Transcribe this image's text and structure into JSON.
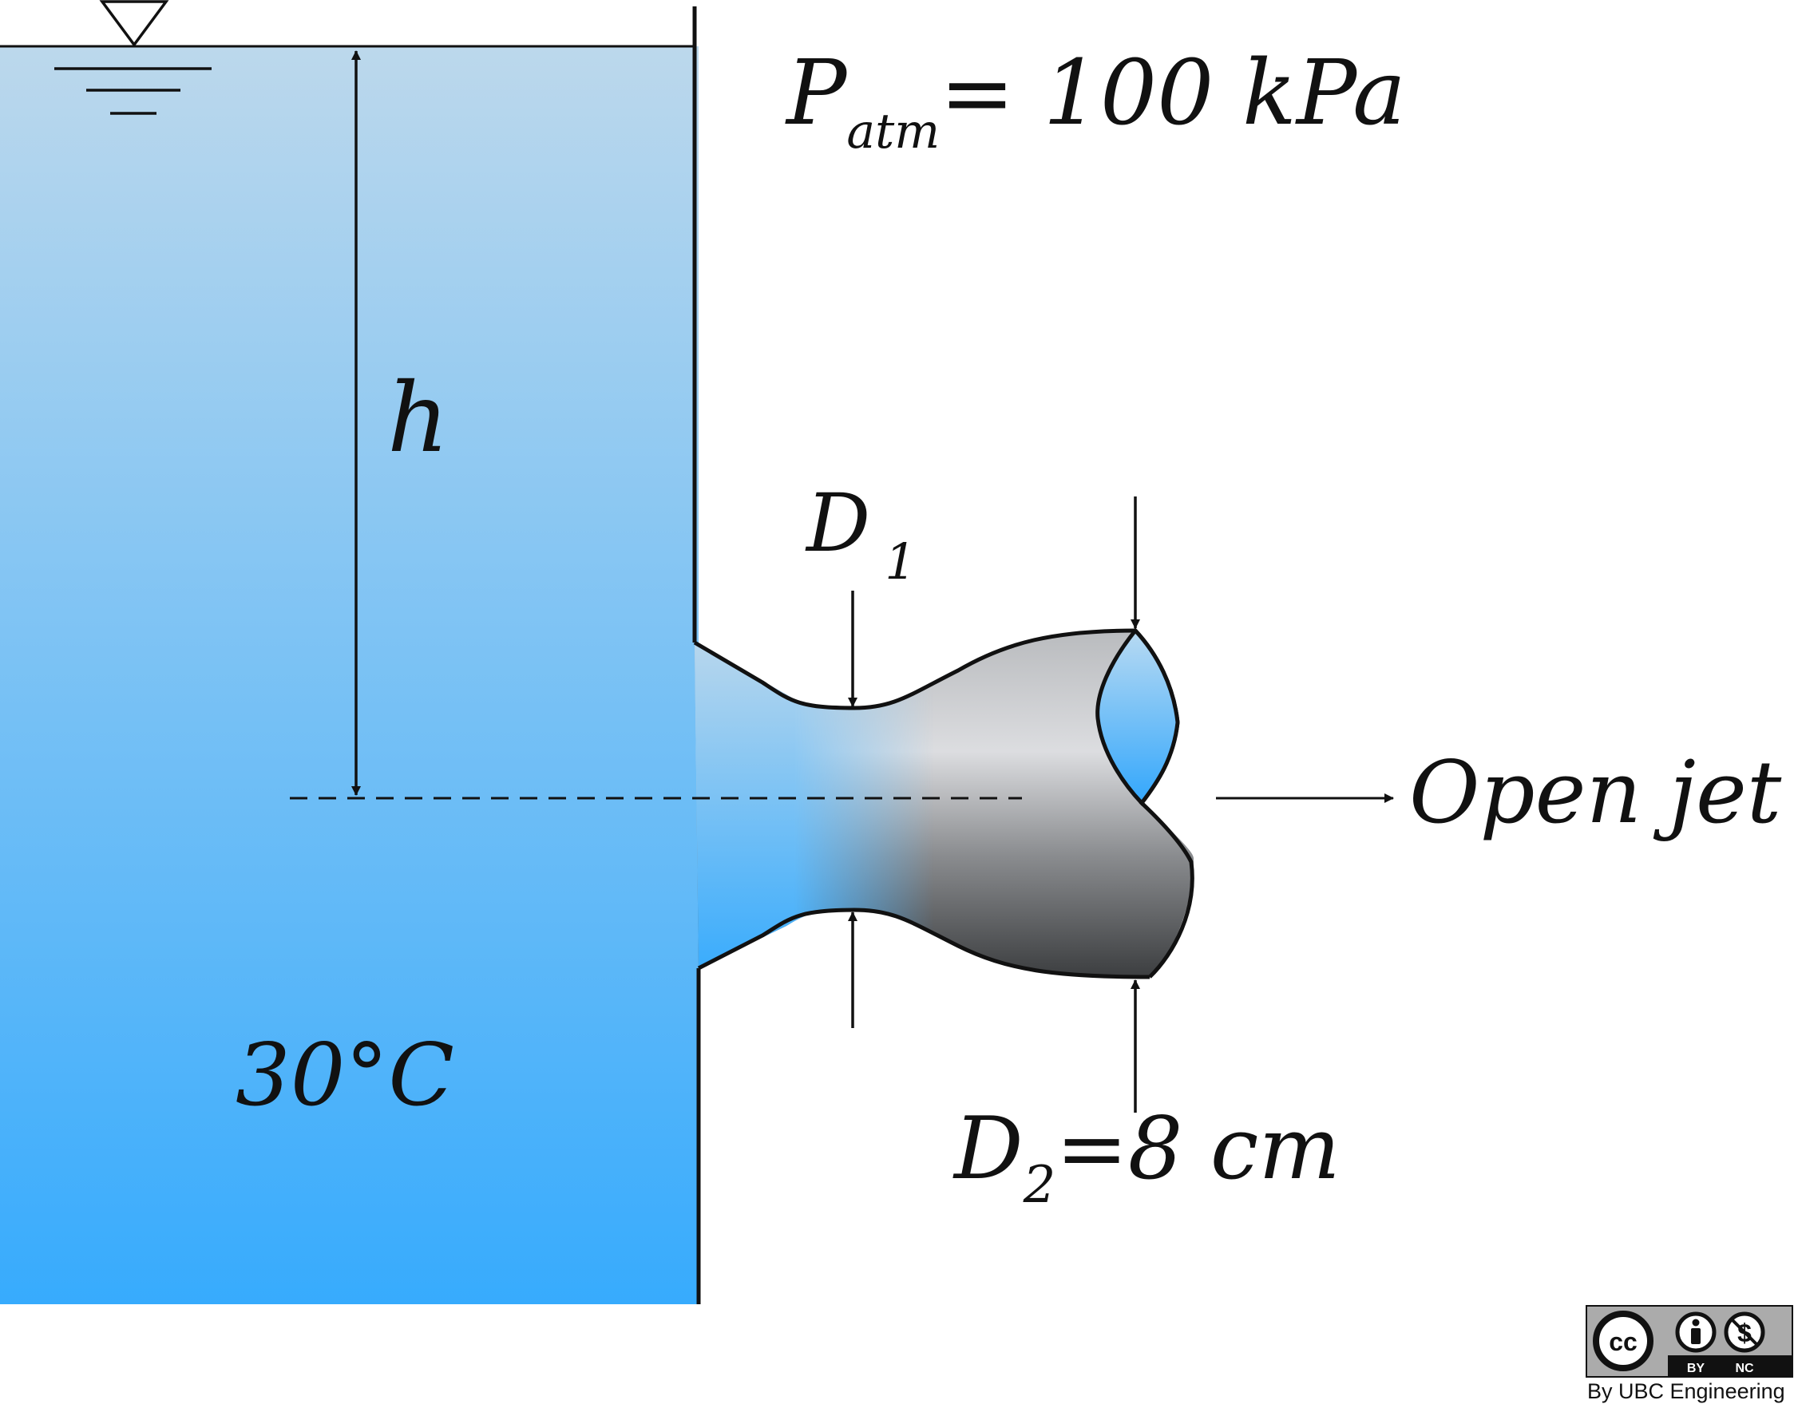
{
  "labels": {
    "p_symbol": "P",
    "p_subscript": "atm",
    "p_value": "= 100 kPa",
    "h": "h",
    "d1_symbol": "D",
    "d1_subscript": "1",
    "d2_symbol": "D",
    "d2_subscript": "2",
    "d2_value": "=8 cm",
    "temperature": "30°C",
    "open_jet": "Open jet"
  },
  "license": {
    "cc": "cc",
    "by": "BY",
    "nc": "NC",
    "credit": "By UBC Engineering"
  },
  "colors": {
    "water_top": "#bcd8ec",
    "water_bottom": "#37abfd",
    "nozzle_light": "#dcdde0",
    "nozzle_dark": "#424446",
    "stroke": "#111111"
  }
}
